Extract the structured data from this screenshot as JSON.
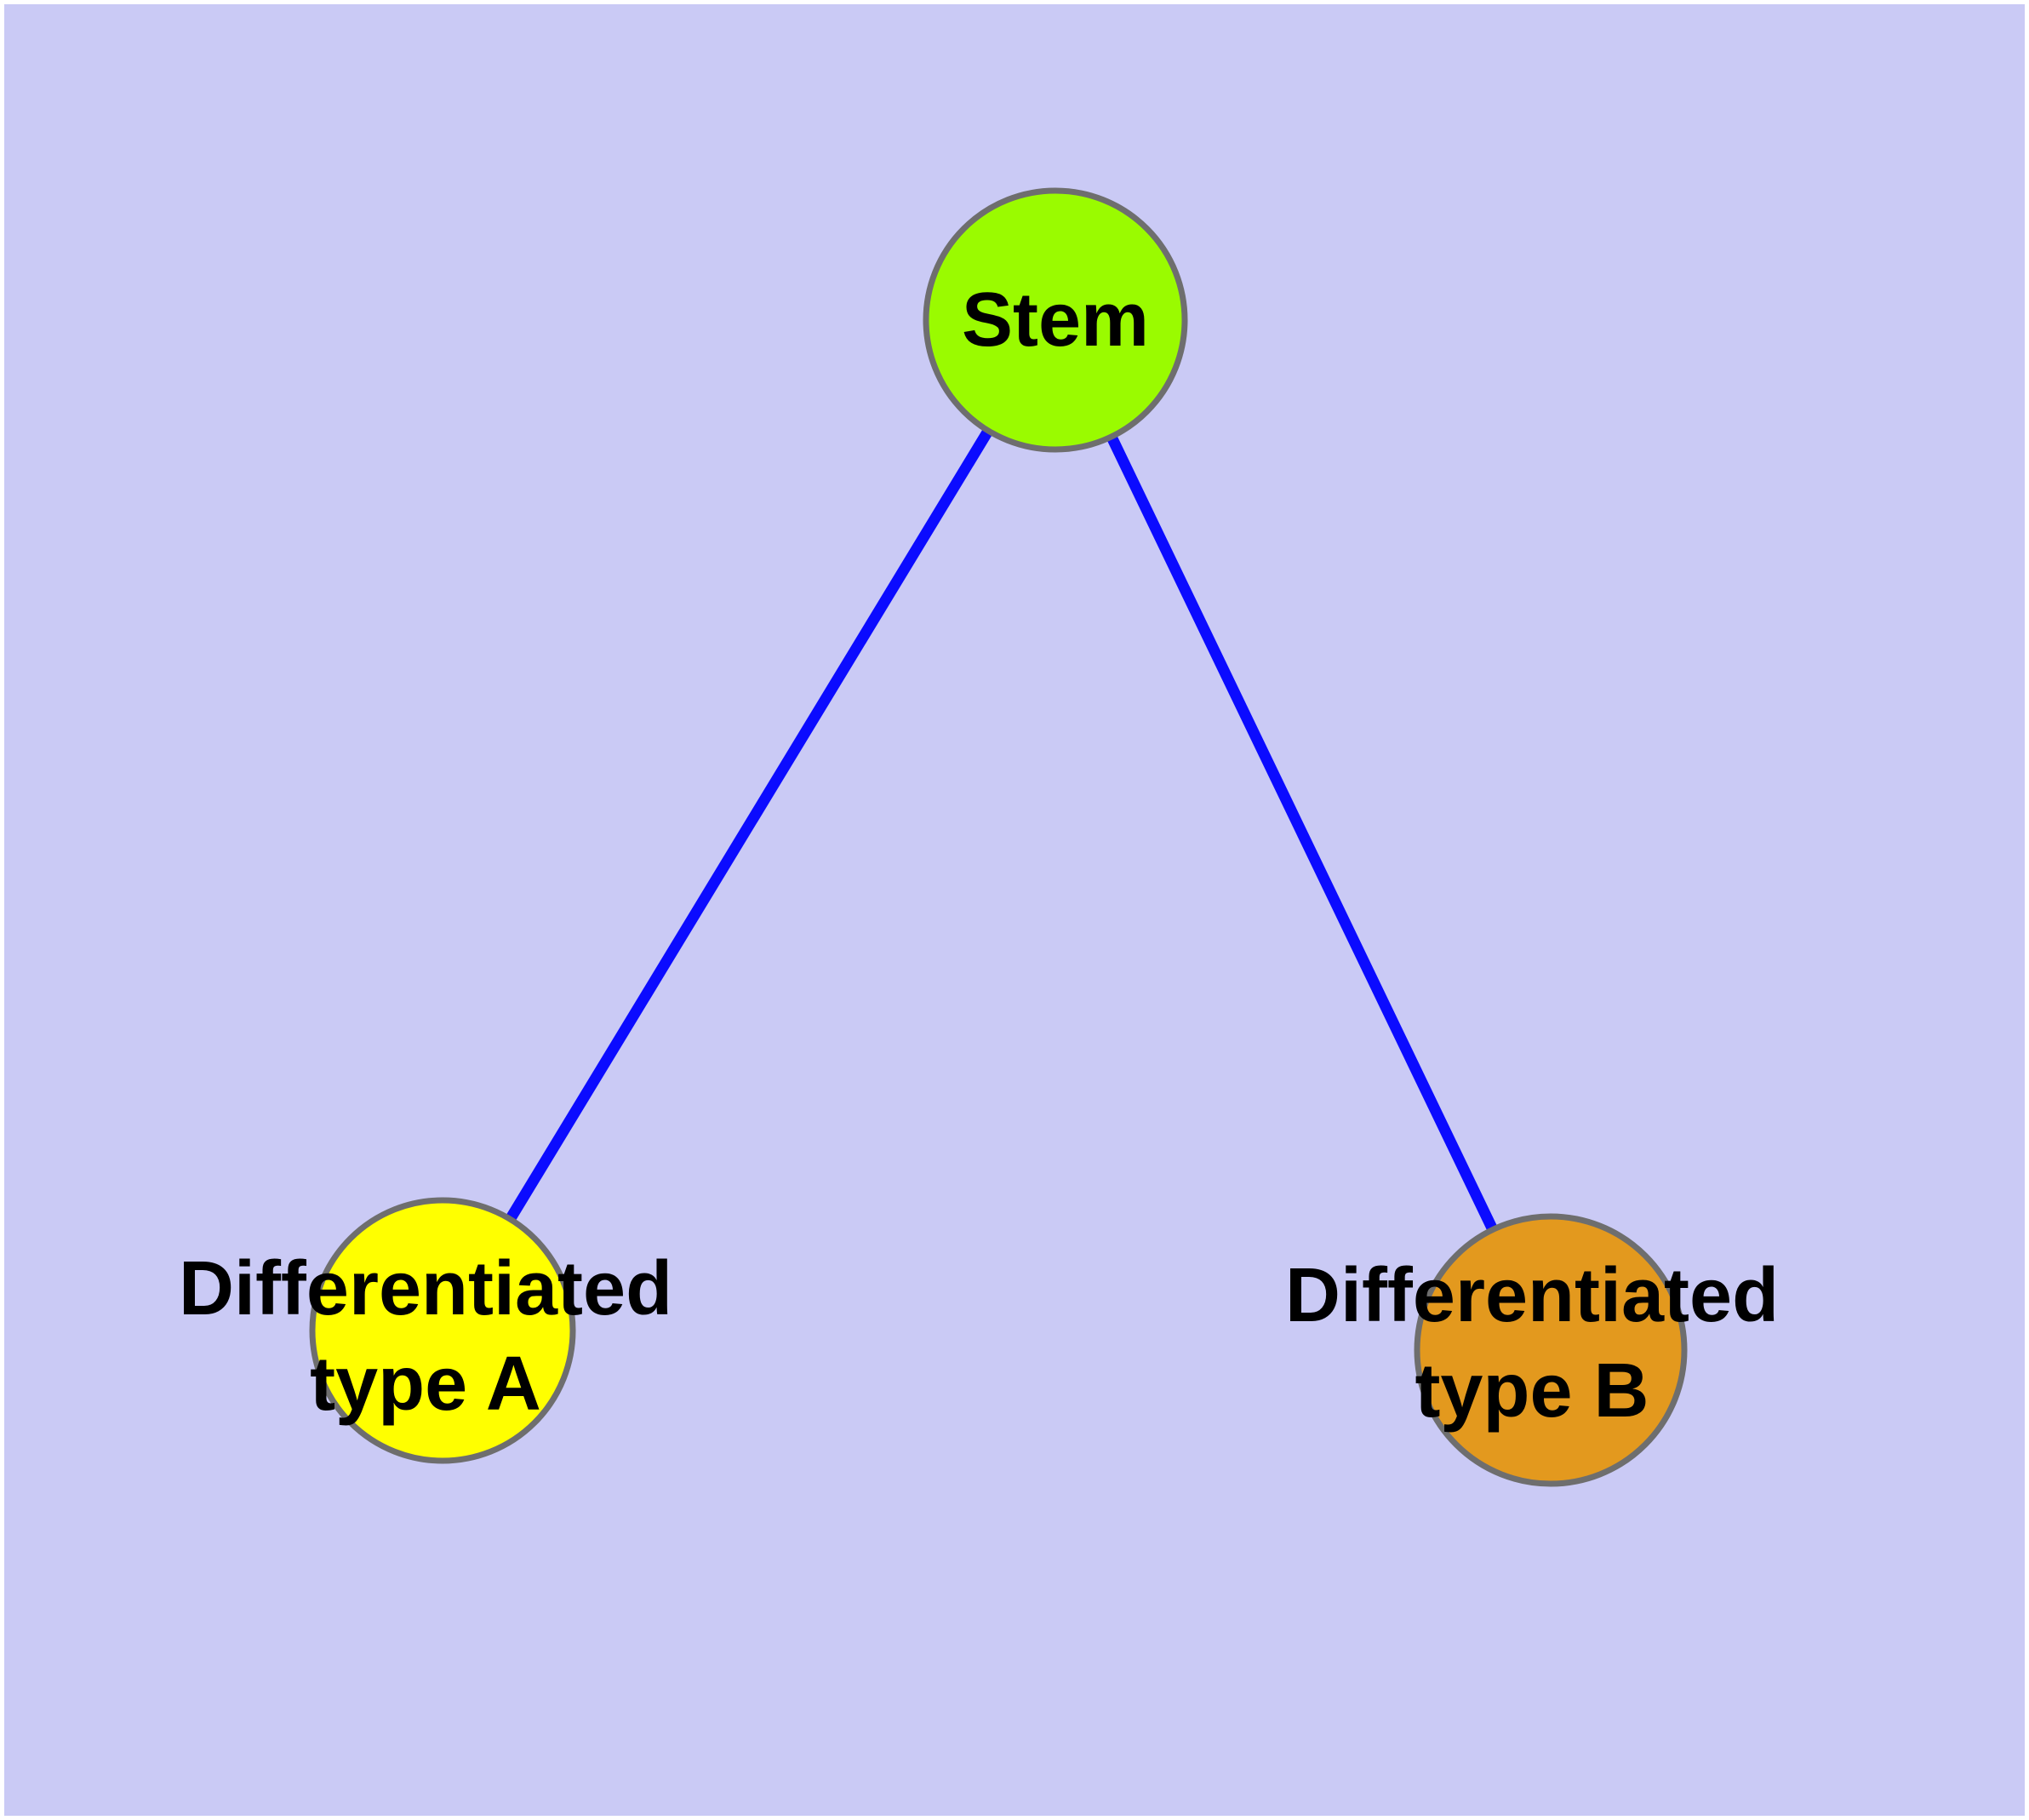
{
  "canvas": {
    "page_background": "#ffffff",
    "background": "#cacaf5",
    "label_text_color": "#000000"
  },
  "edges": {
    "color": "#0b0bff",
    "items": [
      {
        "from": "stem",
        "to": "differentiated-type-a"
      },
      {
        "from": "stem",
        "to": "differentiated-type-b"
      }
    ]
  },
  "nodes": {
    "stem": {
      "label": "Stem",
      "fill": "#9afb00",
      "border": "#6e6e6e"
    },
    "type_a": {
      "label": "Differentiated type A",
      "label_line1": "Differentiated",
      "label_line2": "type A",
      "fill": "#ffff00",
      "border": "#6e6e6e"
    },
    "type_b": {
      "label": "Differentiated type B",
      "label_line1": "Differentiated",
      "label_line2": "type B",
      "fill": "#e3991e",
      "border": "#6e6e6e"
    }
  }
}
